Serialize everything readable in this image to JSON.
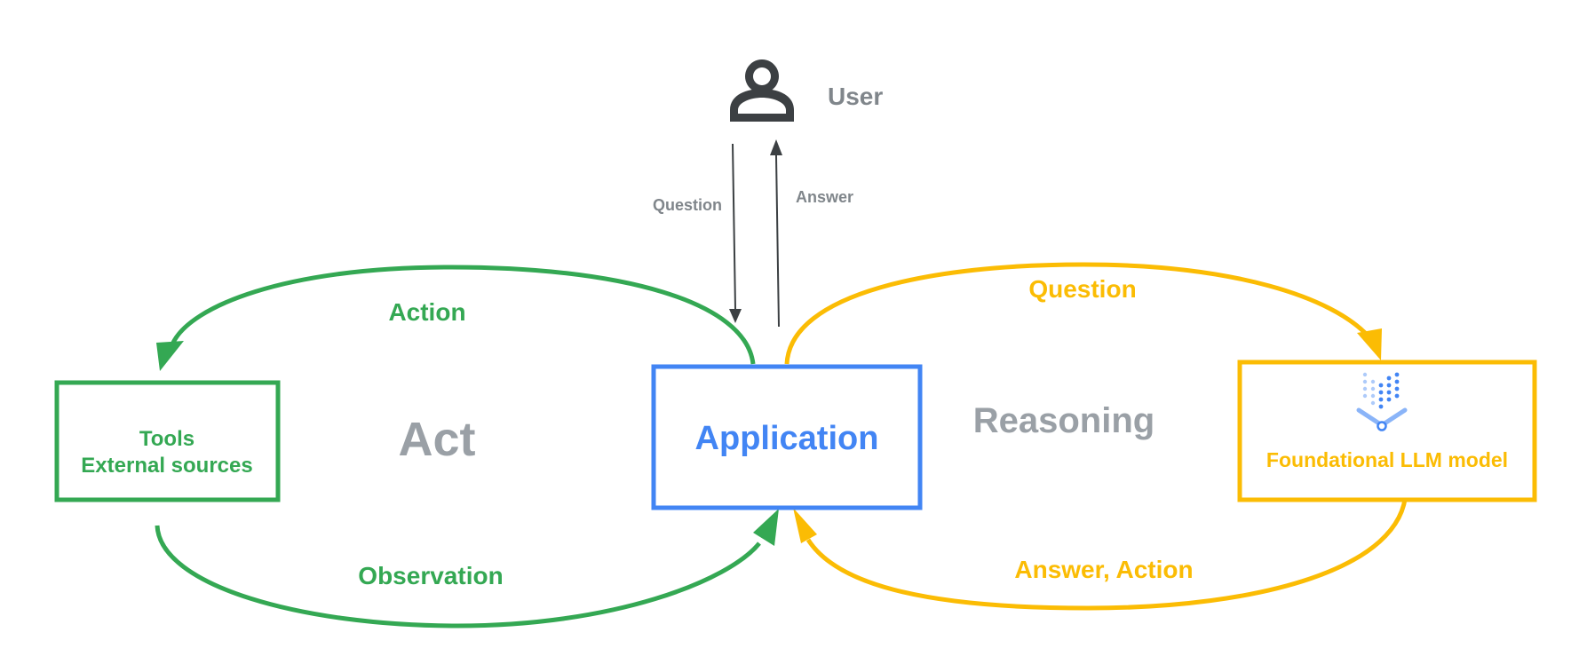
{
  "user": {
    "label": "User",
    "icon": "person-icon",
    "question_label": "Question",
    "answer_label": "Answer"
  },
  "application": {
    "label": "Application"
  },
  "tools": {
    "line1": "Tools",
    "line2": "External sources"
  },
  "llm": {
    "label": "Foundational LLM model",
    "icon": "vertex-ai-icon"
  },
  "act": {
    "title": "Act",
    "action_label": "Action",
    "observation_label": "Observation"
  },
  "reasoning": {
    "title": "Reasoning",
    "question_label": "Question",
    "answer_action_label": "Answer, Action"
  },
  "colors": {
    "green": "#34a853",
    "blue": "#4285f4",
    "yellow": "#fbbc04",
    "gray": "#9aa0a6",
    "dark_gray": "#3c4043",
    "label_gray": "#80868b"
  }
}
